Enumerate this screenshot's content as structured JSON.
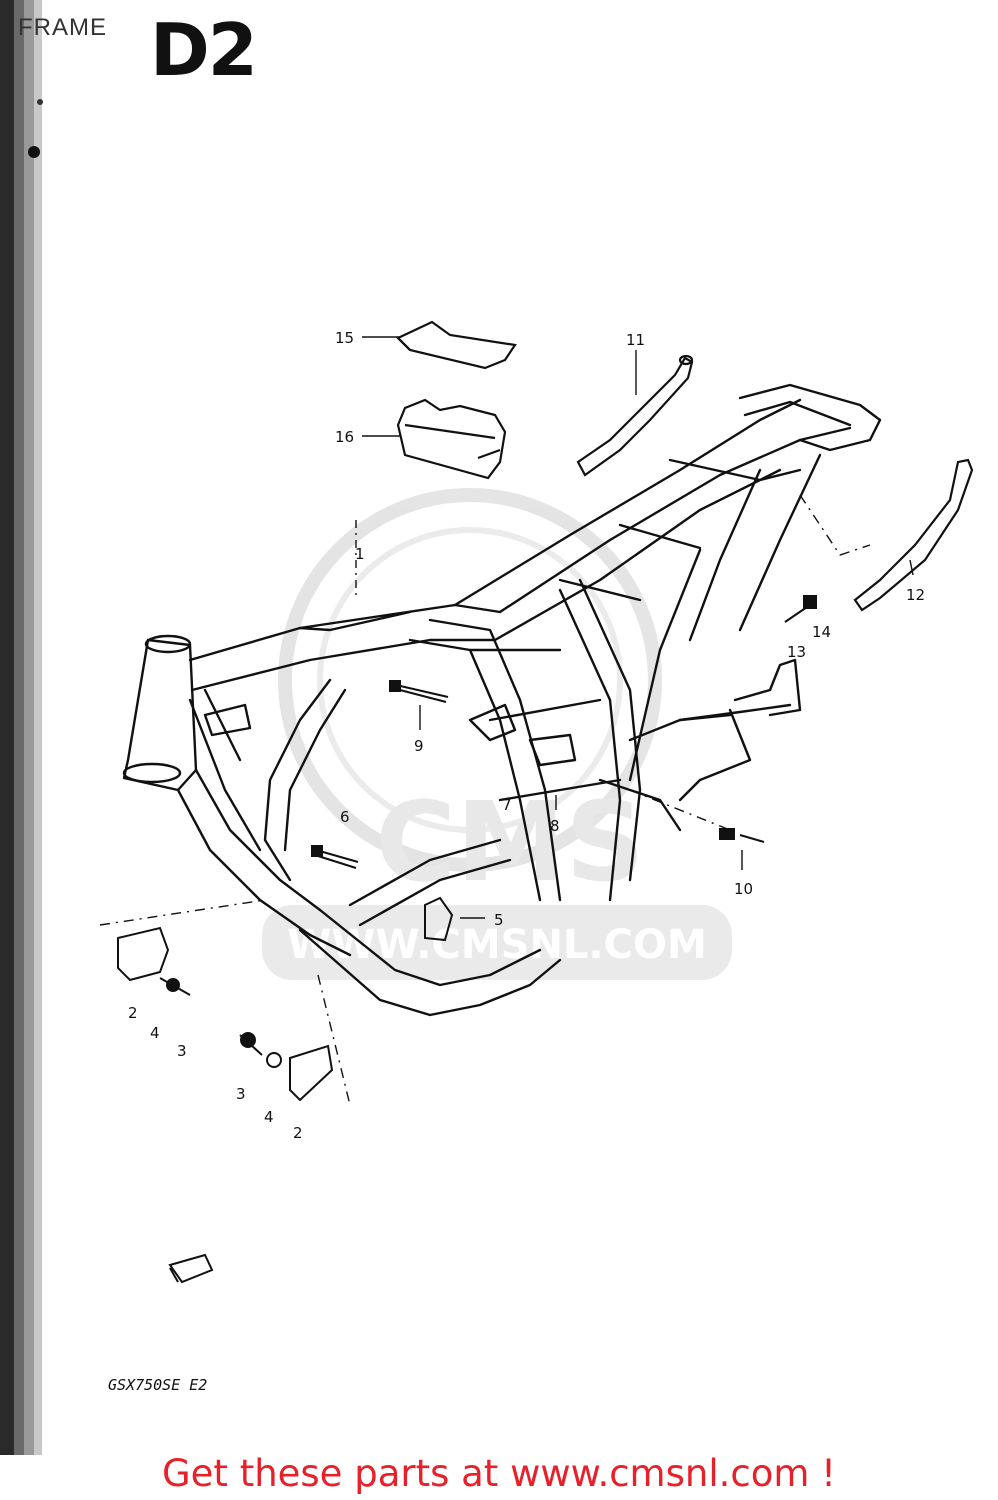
{
  "header": {
    "section_title": "FRAME",
    "diagram_code": "D2"
  },
  "watermark": {
    "text": "WWW.CMSNL.COM",
    "logo_letters": "CMS"
  },
  "callouts": [
    "15",
    "16",
    "11",
    "12",
    "14",
    "13",
    "9",
    "7",
    "8",
    "6",
    "10",
    "5",
    "2",
    "4",
    "3",
    "3",
    "4",
    "2",
    "1"
  ],
  "model_code": "GSX750SE E2",
  "footer": {
    "cta_text": "Get these parts at www.cmsnl.com !",
    "cta_color": "#e8202a"
  },
  "colors": {
    "line": "#111111",
    "watermark": "#cfcfcf"
  }
}
